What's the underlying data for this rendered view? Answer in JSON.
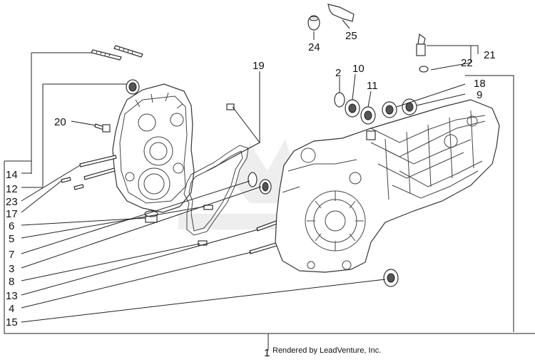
{
  "diagram": {
    "credit": "Rendered by LeadVenture, Inc.",
    "callouts": {
      "c1": "1",
      "c2": "2",
      "c3": "3",
      "c4": "4",
      "c5": "5",
      "c6": "6",
      "c7": "7",
      "c8": "8",
      "c9": "9",
      "c10": "10",
      "c11": "11",
      "c12": "12",
      "c13": "13",
      "c14": "14",
      "c15": "15",
      "c17": "17",
      "c18": "18",
      "c19": "19",
      "c20": "20",
      "c21": "21",
      "c22": "22",
      "c23": "23",
      "c24": "24",
      "c25": "25"
    }
  }
}
